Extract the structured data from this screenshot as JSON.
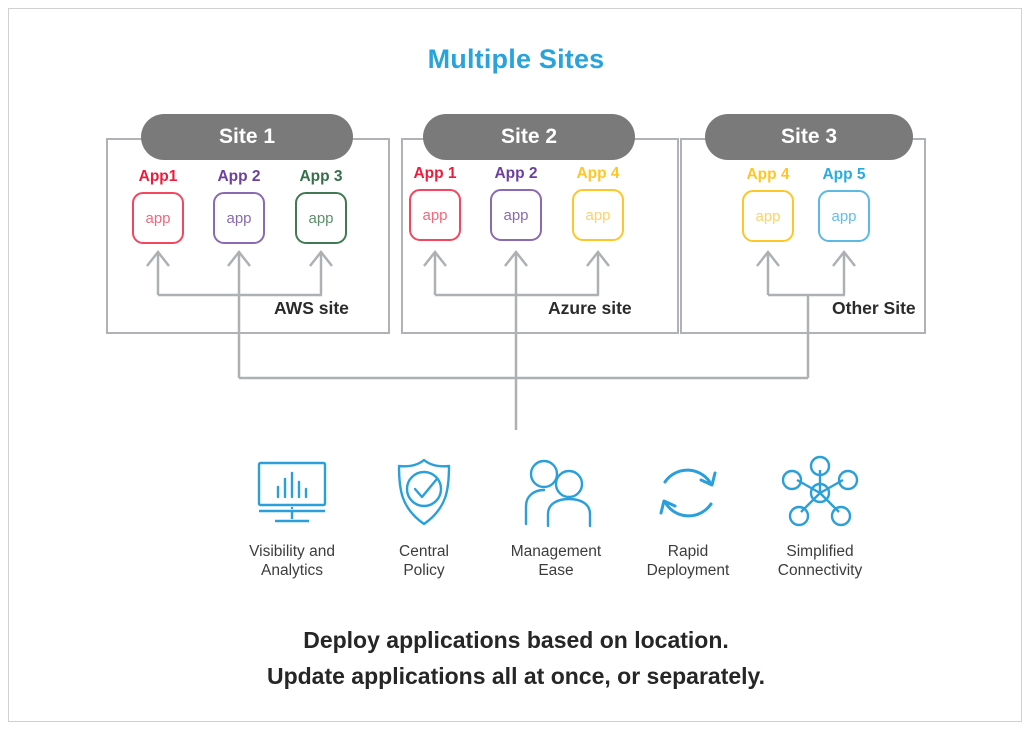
{
  "title": "Multiple Sites",
  "title_color": "#29a3dc",
  "palette": {
    "red": {
      "label": "#ee1b3b",
      "border": "#f4465f",
      "text": "#f4677c"
    },
    "purple": {
      "label": "#6b3fa0",
      "border": "#8a6ab0",
      "text": "#8a6ab0"
    },
    "green": {
      "label": "#35704a",
      "border": "#3f7a52",
      "text": "#5b8f6b"
    },
    "yellow": {
      "label": "#ffc629",
      "border": "#ffc629",
      "text": "#ffd166"
    },
    "blue": {
      "label": "#29abe2",
      "border": "#5cb9e4",
      "text": "#62bde8"
    },
    "gray_line": "#aeb1b4",
    "panel_border": "#b0b3b6",
    "pill_bg": "#7a7a7a",
    "icon_blue": "#2a9fda"
  },
  "sites": [
    {
      "name": "Site 1",
      "caption": "AWS site",
      "apps": [
        {
          "label": "App1",
          "box_text": "app",
          "color": "red"
        },
        {
          "label": "App 2",
          "box_text": "app",
          "color": "purple"
        },
        {
          "label": "App 3",
          "box_text": "app",
          "color": "green"
        }
      ]
    },
    {
      "name": "Site 2",
      "caption": "Azure site",
      "apps": [
        {
          "label": "App 1",
          "box_text": "app",
          "color": "red"
        },
        {
          "label": "App 2",
          "box_text": "app",
          "color": "purple"
        },
        {
          "label": "App 4",
          "box_text": "app",
          "color": "yellow"
        }
      ]
    },
    {
      "name": "Site 3",
      "caption": "Other Site",
      "apps": [
        {
          "label": "App 4",
          "box_text": "app",
          "color": "yellow"
        },
        {
          "label": "App 5",
          "box_text": "app",
          "color": "blue"
        }
      ]
    }
  ],
  "benefits": [
    {
      "icon": "monitor-analytics-icon",
      "line1": "Visibility and",
      "line2": "Analytics"
    },
    {
      "icon": "shield-check-icon",
      "line1": "Central",
      "line2": "Policy"
    },
    {
      "icon": "two-people-icon",
      "line1": "Management",
      "line2": "Ease"
    },
    {
      "icon": "refresh-cycle-icon",
      "line1": "Rapid",
      "line2": "Deployment"
    },
    {
      "icon": "network-hub-icon",
      "line1": "Simplified",
      "line2": "Connectivity"
    }
  ],
  "footer": {
    "line1": "Deploy applications based on location.",
    "line2": "Update applications all at once, or separately."
  }
}
